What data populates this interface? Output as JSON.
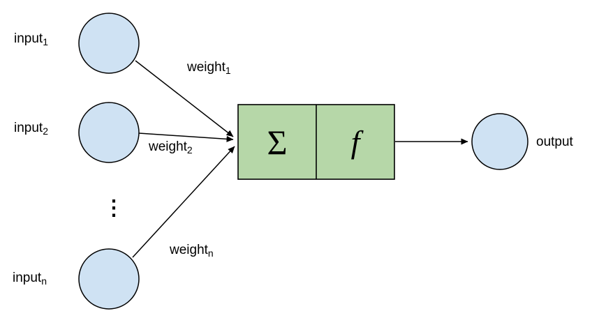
{
  "colors": {
    "node_fill": "#cfe2f3",
    "node_stroke": "#000000",
    "box_fill": "#b6d7a8",
    "box_stroke": "#000000",
    "line": "#000000"
  },
  "inputs": [
    {
      "base": "input",
      "sub": "1"
    },
    {
      "base": "input",
      "sub": "2"
    },
    {
      "base": "input",
      "sub": "n"
    }
  ],
  "weights": [
    {
      "base": "weight",
      "sub": "1"
    },
    {
      "base": "weight",
      "sub": "2"
    },
    {
      "base": "weight",
      "sub": "n"
    }
  ],
  "ellipsis": "⋮",
  "box": {
    "sum_symbol": "Σ",
    "activation_symbol": "f"
  },
  "output_label": "output"
}
